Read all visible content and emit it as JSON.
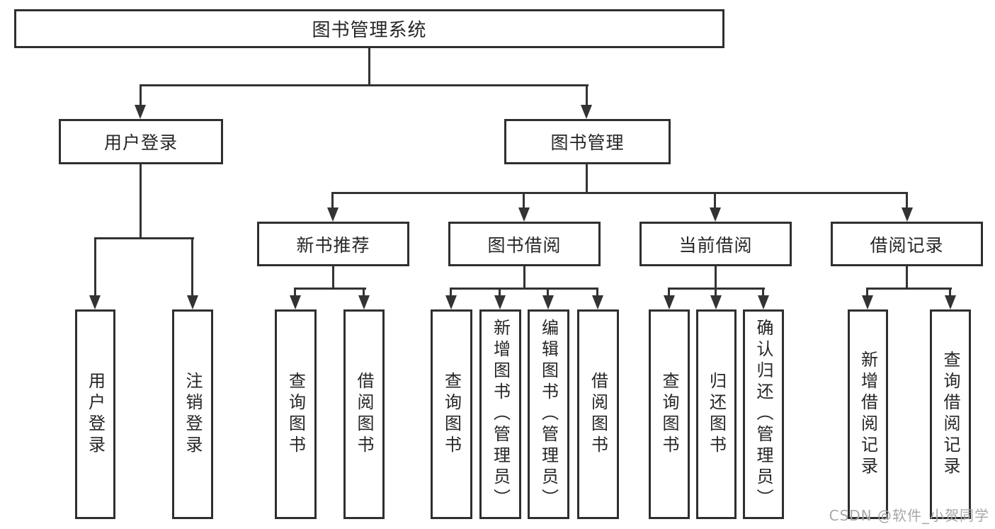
{
  "tree": {
    "root": "图书管理系统",
    "level2": [
      {
        "label": "用户登录",
        "parent": "图书管理系统"
      },
      {
        "label": "图书管理",
        "parent": "图书管理系统"
      }
    ],
    "level3": [
      {
        "label": "新书推荐",
        "parent": "图书管理"
      },
      {
        "label": "图书借阅",
        "parent": "图书管理"
      },
      {
        "label": "当前借阅",
        "parent": "图书管理"
      },
      {
        "label": "借阅记录",
        "parent": "图书管理"
      }
    ],
    "leaves": [
      {
        "label": "用户登录",
        "parent": "用户登录"
      },
      {
        "label": "注销登录",
        "parent": "用户登录"
      },
      {
        "label": "查询图书",
        "parent": "新书推荐"
      },
      {
        "label": "借阅图书",
        "parent": "新书推荐"
      },
      {
        "label": "查询图书",
        "parent": "图书借阅"
      },
      {
        "label": "新增图书（管理员）",
        "parent": "图书借阅"
      },
      {
        "label": "编辑图书（管理员）",
        "parent": "图书借阅"
      },
      {
        "label": "借阅图书",
        "parent": "图书借阅"
      },
      {
        "label": "查询图书",
        "parent": "当前借阅"
      },
      {
        "label": "归还图书",
        "parent": "当前借阅"
      },
      {
        "label": "确认归还（管理员）",
        "parent": "当前借阅"
      },
      {
        "label": "新增借阅记录",
        "parent": "借阅记录"
      },
      {
        "label": "查询借阅记录",
        "parent": "借阅记录"
      }
    ]
  },
  "watermark": {
    "text": "CSDN @软件_小贺同学"
  },
  "colors": {
    "line": "#333333",
    "border": "#2f2f2f",
    "text": "#262626",
    "background": "#ffffff",
    "watermark": "#a8a8a8"
  }
}
